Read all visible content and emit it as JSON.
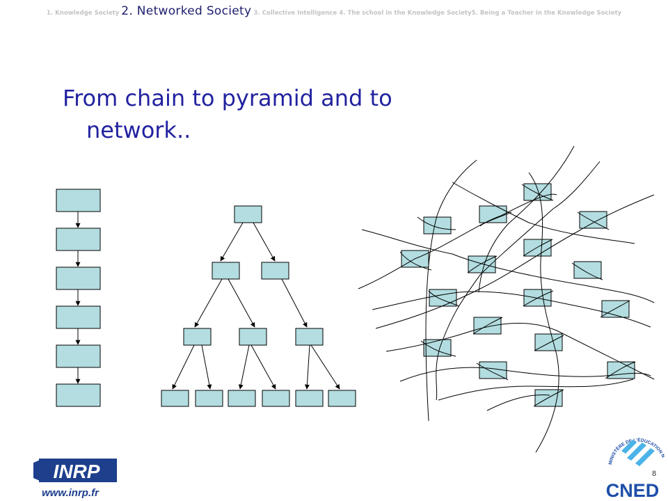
{
  "nav": {
    "items": [
      "1. Knowledge Society",
      "2. Networked Society",
      "3. Collective Intelligence",
      "4. The school in the Knowledge Society",
      "5. Being a Teacher in the Knowledge Society"
    ],
    "current_index": 1
  },
  "title": {
    "line1": "From chain to pyramid and to",
    "line2": "network.."
  },
  "logos": {
    "inrp_text": "INRP",
    "inrp_url": "www.inrp.fr",
    "ministry_text": "MINISTÈRE DE L'ÉDUCATION NATIONALE",
    "cned_text": "CNED"
  },
  "page_number": "8",
  "colors": {
    "title": "#2222a0",
    "nav_current": "#1e1e6e",
    "nav_inactive": "#c4c4c4",
    "box_fill": "#b3dde0",
    "inrp_blue": "#1d3f8c",
    "cned_blue": "#1d4ea8"
  }
}
